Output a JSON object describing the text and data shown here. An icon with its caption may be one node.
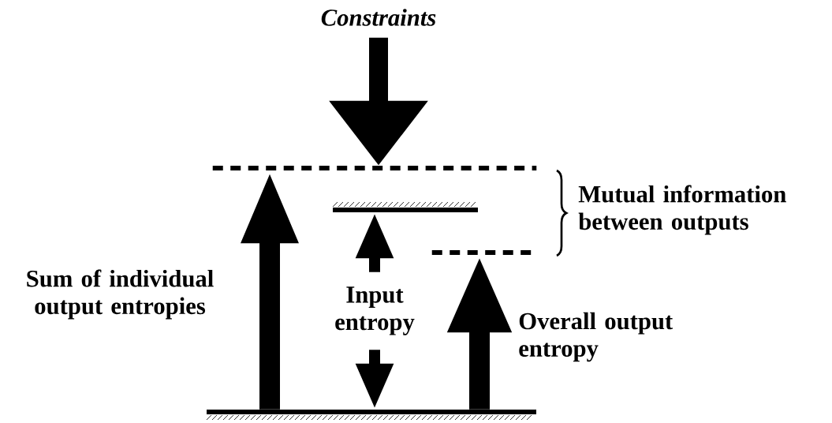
{
  "diagram": {
    "nodes": [
      {
        "text": [
          "Constraints"
        ]
      },
      {
        "text": [],
        "shape": "line"
      },
      {
        "text": [],
        "shape": "bar"
      },
      {
        "text": [],
        "shape": "line"
      },
      {
        "text": [],
        "shape": "bar"
      }
    ],
    "edges": [
      {
        "from": 0,
        "to": 1,
        "arrow": "to"
      },
      {
        "from": 4,
        "to": 1,
        "arrow": "to"
      },
      {
        "from": 4,
        "to": 2,
        "arrow": "both",
        "label": "Input entropy"
      },
      {
        "from": 4,
        "to": 3,
        "arrow": "to"
      }
    ],
    "labels": [
      "Mutual information between outputs",
      "Sum of individual output entropies",
      "Overall output entropy"
    ]
  }
}
